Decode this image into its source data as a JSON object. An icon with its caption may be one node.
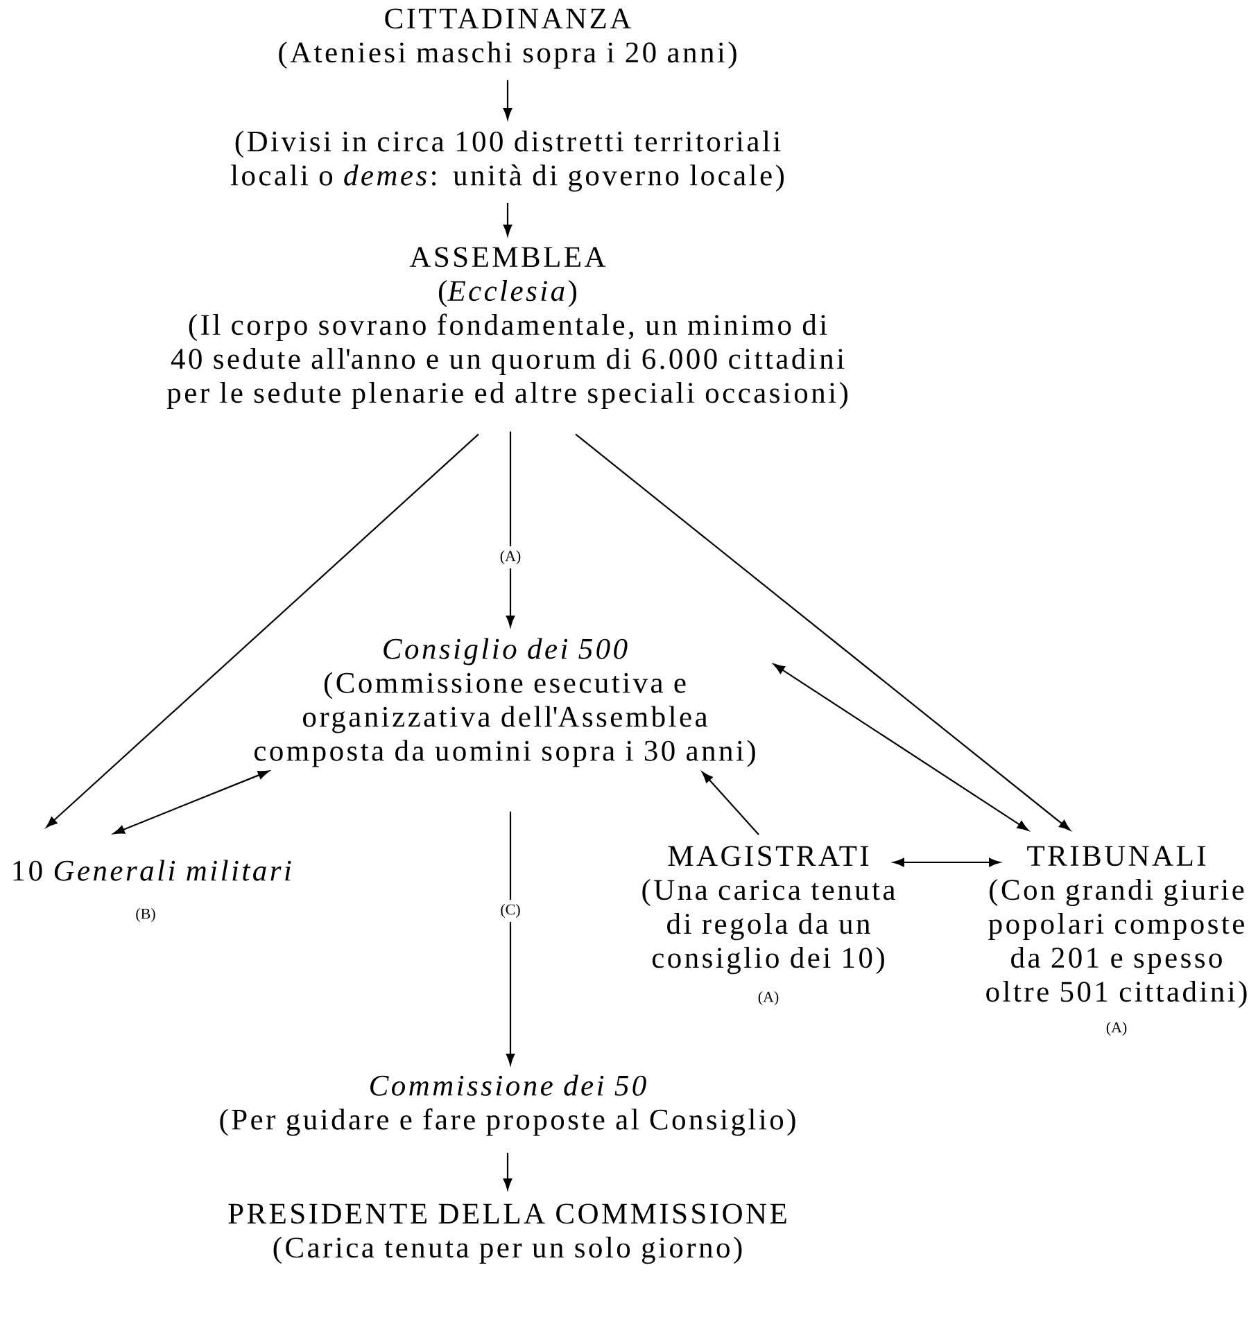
{
  "diagram": {
    "nodes": [
      {
        "text": [
          "CITTADINANZA",
          "(Ateniesi maschi sopra i 20 anni)"
        ]
      },
      {
        "text": [
          "(Divisi in circa 100 distretti territoriali locali o *demes*: unità di governo locale)"
        ]
      },
      {
        "text": [
          "ASSEMBLEA",
          "(*Ecclesia*)",
          "(Il corpo sovrano fondamentale, un minimo di 40 sedute all'anno e un quorum di 6.000 cittadini per le sedute plenarie ed altre speciali occasioni)"
        ]
      },
      {
        "text": [
          "Consiglio dei 500",
          "(Commissione esecutiva e organizzativa dell'Assemblea composta da uomini sopra i 30 anni)"
        ]
      },
      {
        "text": [
          "10 *Generali militari*"
        ],
        "beside": [
          "(B)"
        ]
      },
      {
        "text": [
          "MAGISTRATI",
          "(Una carica tenuta di regola da un consiglio dei 10)"
        ],
        "beside": [
          "(A)"
        ]
      },
      {
        "text": [
          "TRIBUNALI",
          "(Con grandi giurie popolari composte da 201 e spesso oltre 501 cittadini)"
        ],
        "beside": [
          "(A)"
        ]
      },
      {
        "text": [
          "Commissione dei 50",
          "(Per guidare e fare proposte al Consiglio)"
        ]
      },
      {
        "text": [
          "PRESIDENTE DELLA COMMISSIONE",
          "(Carica tenuta per un solo giorno)"
        ]
      }
    ],
    "edges": [
      {
        "from": 0,
        "to": 1,
        "arrow": "to"
      },
      {
        "from": 1,
        "to": 2,
        "arrow": "to"
      },
      {
        "from": 2,
        "to": 3,
        "arrow": "to",
        "label": "(A)"
      },
      {
        "from": 2,
        "to": 4,
        "arrow": "to"
      },
      {
        "from": 2,
        "to": 6,
        "arrow": "to"
      },
      {
        "from": 3,
        "to": 4,
        "arrow": "both"
      },
      {
        "from": 3,
        "to": 6,
        "arrow": "both"
      },
      {
        "from": 5,
        "to": 3,
        "arrow": "to"
      },
      {
        "from": 5,
        "to": 6,
        "arrow": "both"
      },
      {
        "from": 3,
        "to": 7,
        "arrow": "to",
        "label": "(C)"
      },
      {
        "from": 7,
        "to": 8,
        "arrow": "to"
      }
    ]
  }
}
